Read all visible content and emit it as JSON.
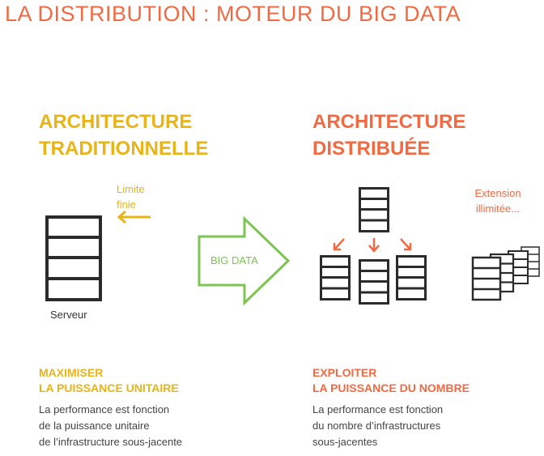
{
  "title": "LA DISTRIBUTION : MOTEUR DU BIG DATA",
  "left": {
    "heading": [
      "ARCHITECTURE",
      "TRADITIONNELLE"
    ],
    "note": [
      "Limite",
      "finie"
    ],
    "server_label": "Serveur",
    "subheading": [
      "MAXIMISER",
      "LA PUISSANCE UNITAIRE"
    ],
    "description": [
      "La performance est fonction",
      "de la puissance unitaire",
      "de l’infrastructure sous-jacente"
    ]
  },
  "center": {
    "arrow_label": "BIG DATA"
  },
  "right": {
    "heading": [
      "ARCHITECTURE",
      "DISTRIBUÉE"
    ],
    "note": [
      "Extension",
      "illimitée..."
    ],
    "subheading": [
      "EXPLOITER",
      "LA PUISSANCE DU NOMBRE"
    ],
    "description": [
      "La performance est fonction",
      "du nombre d’infrastructures",
      "sous-jacentes"
    ]
  },
  "colors": {
    "orange": "#f06a43",
    "yellow": "#e8b417",
    "green": "#7cc552",
    "dark": "#2b2b2b"
  }
}
